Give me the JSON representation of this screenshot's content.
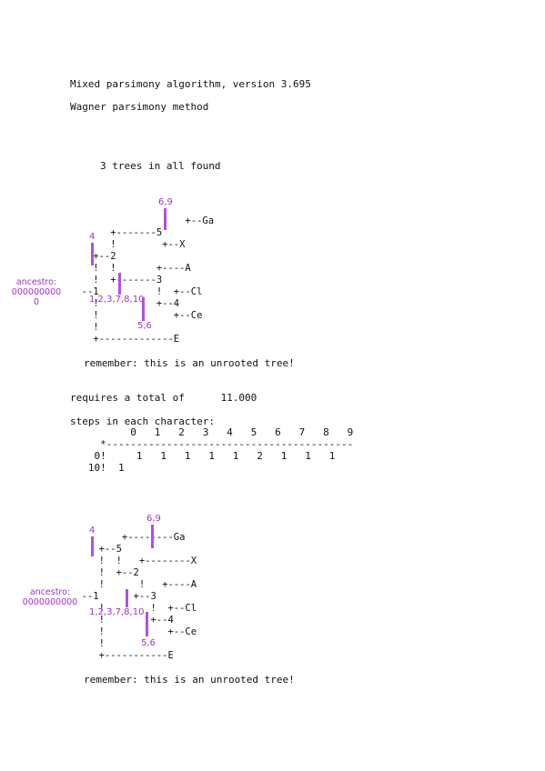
{
  "header": {
    "line1": "Mixed parsimony algorithm, version 3.695",
    "line2": "Wagner parsimony method"
  },
  "summary": "3 trees in all found",
  "tree1": {
    "ascii": [
      "                    +--Ga",
      "       +-------5",
      "       !        +--X",
      "    +--2",
      "    !  !       +----A",
      "    !  +-------3",
      "  --1          !  +--Cl",
      "    !          +--4",
      "    !             +--Ce",
      "    !",
      "    +-------------E"
    ],
    "labels": {
      "l69": "6,9",
      "l4": "4",
      "l12378": "1,2,3,7,8,10",
      "l56": "5,6"
    },
    "ancestor": [
      "ancestro:",
      "000000000",
      "0"
    ]
  },
  "remember1": "remember: this is an unrooted tree!",
  "requires": "requires a total of      11.000",
  "steps_title": "steps in each character:",
  "steps_table": [
    "          0   1   2   3   4   5   6   7   8   9",
    "     *-----------------------------------------",
    "    0!     1   1   1   1   1   2   1   1   1",
    "   10!  1"
  ],
  "tree2": {
    "ascii": [
      "         +--------Ga",
      "     +--5",
      "     !  !   +--------X",
      "     !  +--2",
      "     !      !   +----A",
      "  --1      +--3",
      "     !        !  +--Cl",
      "     !        +--4",
      "     !           +--Ce",
      "     !",
      "     +-----------E"
    ],
    "labels": {
      "l69": "6,9",
      "l4": "4",
      "l12378": "1,2,3,7,8,10",
      "l56": "5,6"
    },
    "ancestor": [
      "ancestro:",
      "0000000000"
    ]
  },
  "remember2": "remember: this is an unrooted tree!",
  "colors": {
    "annotation": "#a032c8",
    "bar": "#b44fe0",
    "text": "#111111"
  }
}
